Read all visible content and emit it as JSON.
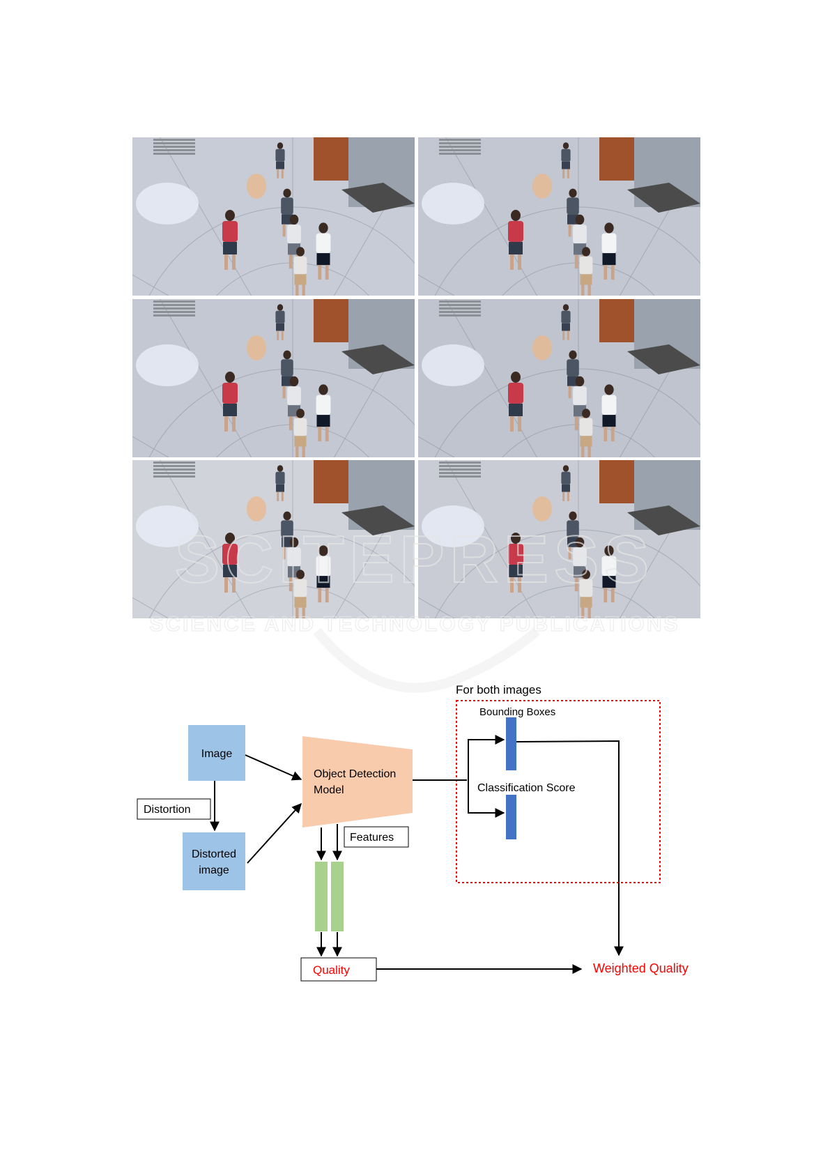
{
  "figure": {
    "images": [
      {
        "row": 0,
        "col": 0,
        "tint": "#c7ccd6"
      },
      {
        "row": 0,
        "col": 1,
        "tint": "#c2c7d1"
      },
      {
        "row": 1,
        "col": 0,
        "tint": "#c3c8d2"
      },
      {
        "row": 1,
        "col": 1,
        "tint": "#bfc4ce"
      },
      {
        "row": 2,
        "col": 0,
        "tint": "#d0d3da"
      },
      {
        "row": 2,
        "col": 1,
        "tint": "#c9ccd4"
      }
    ]
  },
  "watermark": {
    "line1": "SCITEPRESS",
    "line2": "SCIENCE AND TECHNOLOGY PUBLICATIONS"
  },
  "diagram": {
    "image_label": "Image",
    "distortion_label": "Distortion",
    "distorted_image_line1": "Distorted",
    "distorted_image_line2": "image",
    "model_line1": "Object Detection",
    "model_line2": "Model",
    "features_label": "Features",
    "quality_label": "Quality",
    "both_images_label": "For both images",
    "bounding_boxes_label": "Bounding Boxes",
    "classification_label": "Classification Score",
    "weighted_quality_label": "Weighted Quality",
    "colors": {
      "input_box": "#9dc3e6",
      "model": "#f8cbad",
      "feature_bar": "#a9d18e",
      "score_bar": "#4472c4",
      "highlight": "#ff0000"
    }
  }
}
